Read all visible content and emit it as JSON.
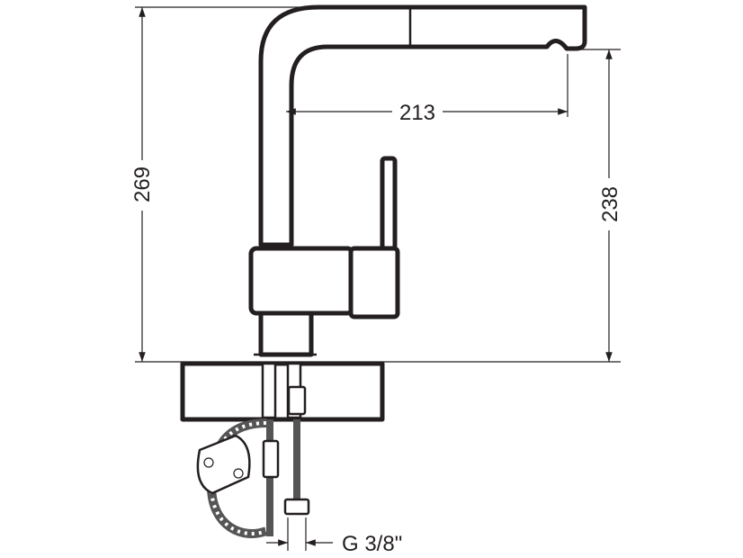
{
  "diagram": {
    "dimensions": {
      "total_height": "269",
      "spout_reach": "213",
      "spout_height": "238",
      "connection_thread": "G 3/8\""
    },
    "colors": {
      "line": "#231f20",
      "background": "#ffffff",
      "hose": "#555555"
    }
  }
}
